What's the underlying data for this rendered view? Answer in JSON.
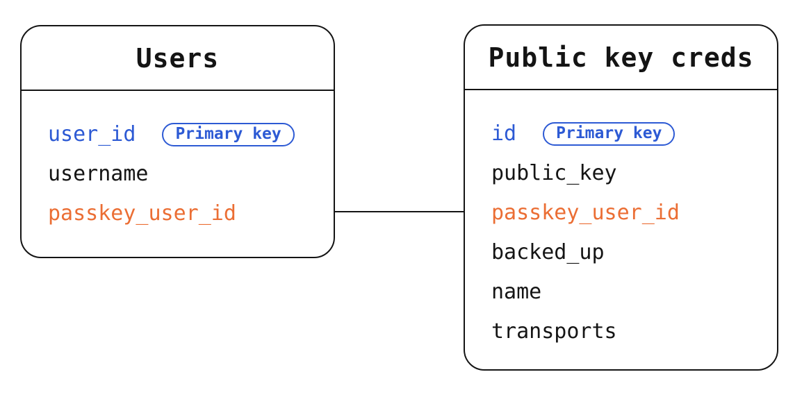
{
  "diagram": {
    "background": "#ffffff",
    "stroke_color": "#141414",
    "colors": {
      "primary_key_blue": "#2D5AD4",
      "foreign_key_orange": "#EB6E34",
      "field_black": "#151515"
    },
    "tables": [
      {
        "name": "Users",
        "fields": [
          {
            "name": "user_id",
            "role": "primary",
            "badge": "Primary key"
          },
          {
            "name": "username",
            "role": "normal"
          },
          {
            "name": "passkey_user_id",
            "role": "foreign"
          }
        ]
      },
      {
        "name": "Public key creds",
        "fields": [
          {
            "name": "id",
            "role": "primary",
            "badge": "Primary key"
          },
          {
            "name": "public_key",
            "role": "normal"
          },
          {
            "name": "passkey_user_id",
            "role": "foreign"
          },
          {
            "name": "backed_up",
            "role": "normal"
          },
          {
            "name": "name",
            "role": "normal"
          },
          {
            "name": "transports",
            "role": "normal"
          }
        ]
      }
    ],
    "relationship": {
      "from": "Users.passkey_user_id",
      "to": "Public key creds.passkey_user_id"
    }
  }
}
